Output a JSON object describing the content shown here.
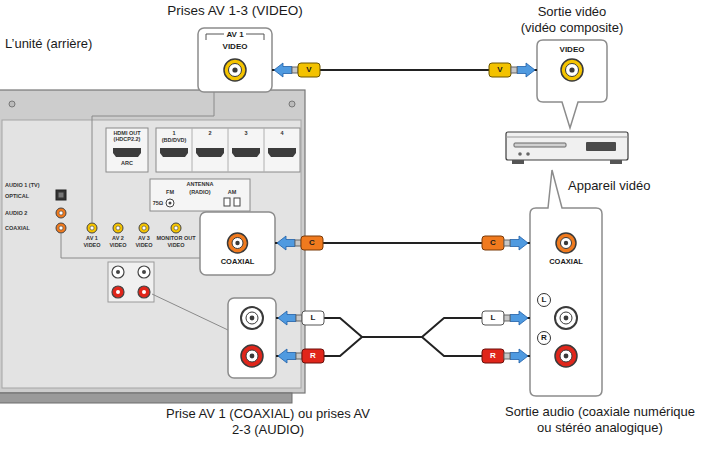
{
  "diagram": {
    "nodes": [
      {
        "text": [
          "L’unité (arrière)"
        ]
      },
      {
        "text": [
          "Prises AV 1-3 (VIDEO)",
          "AV 1",
          "VIDEO"
        ]
      },
      {
        "text": [
          "COAXIAL"
        ]
      },
      {
        "text": [
          "Prise AV 1 (COAXIAL) ou prises AV 2-3 (AUDIO)"
        ]
      },
      {
        "text": [
          "Sortie vidéo (vidéo composite)",
          "VIDEO"
        ]
      },
      {
        "text": [
          "Appareil vidéo"
        ]
      },
      {
        "text": [
          "COAXIAL",
          "L",
          "R",
          "Sortie audio (coaxiale numérique ou stéréo analogique)"
        ]
      }
    ],
    "edges": [
      {
        "from": 1,
        "to": 4,
        "arrow": "both"
      },
      {
        "from": 2,
        "to": 6,
        "arrow": "both"
      },
      {
        "from": 3,
        "to": 6,
        "arrow": "both"
      },
      {
        "from": 1,
        "to": 0,
        "arrow": "none"
      },
      {
        "from": 2,
        "to": 0,
        "arrow": "none"
      },
      {
        "from": 3,
        "to": 0,
        "arrow": "none"
      }
    ],
    "labels": [
      "V",
      "V",
      "C",
      "C",
      "L",
      "R",
      "L",
      "R",
      "HDMI OUT (HDCP2.2)",
      "ARC",
      "1",
      "(BD/DVD)",
      "2",
      "3",
      "4",
      "ANTENNA",
      "FM",
      "(RADIO)",
      "AM",
      "75Ω",
      "AUDIO 1 (TV)",
      "OPTICAL",
      "AUDIO 2",
      "COAXIAL",
      "AV 1",
      "VIDEO",
      "AV 2",
      "VIDEO",
      "AV 3",
      "VIDEO",
      "MONITOR OUT",
      "VIDEO"
    ]
  }
}
